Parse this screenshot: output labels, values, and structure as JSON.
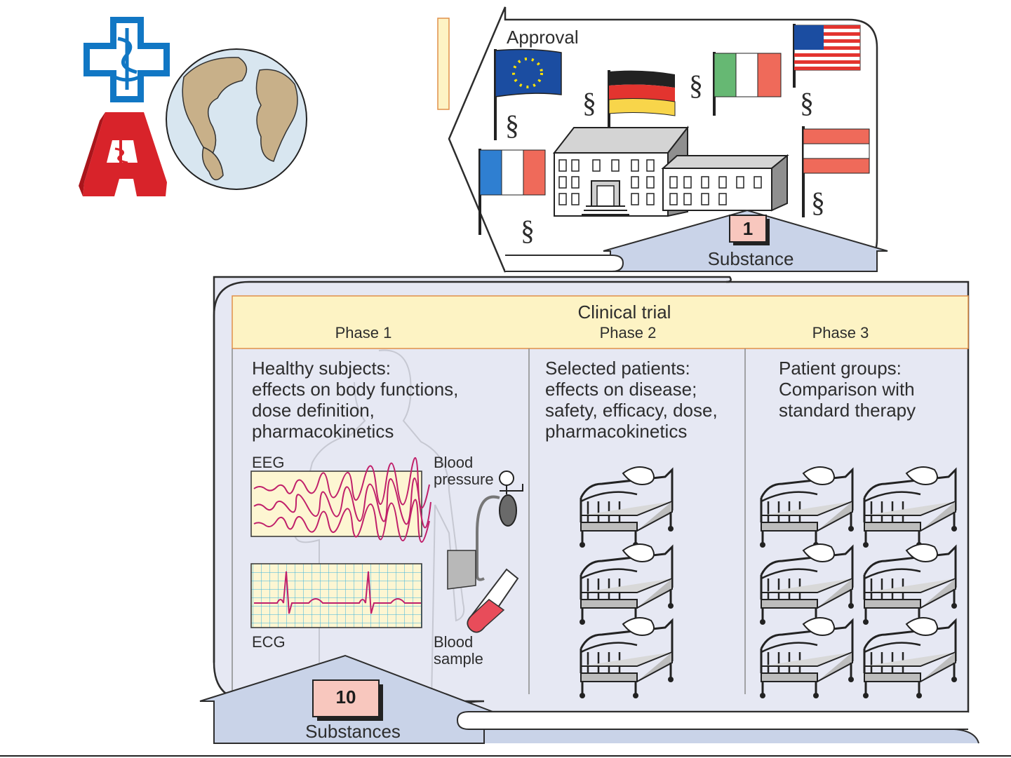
{
  "colors": {
    "panel_fill": "#e6e8f3",
    "header_fill": "#fdf3c4",
    "header_border": "#e0904a",
    "count_box": "#f8c7be",
    "arrow_fill": "#c9d3e8",
    "medical_cross": "#1177c4",
    "pharmacy_red": "#d8232a",
    "eeg_trace": "#c0206a",
    "ecg_grid": "#36b3df"
  },
  "approval": {
    "title": "Approval",
    "section_symbol": "§",
    "count": "1",
    "count_label": "Substance",
    "flags": [
      "eu-flag",
      "germany-flag",
      "italy-flag",
      "usa-flag",
      "france-flag",
      "austria-flag"
    ]
  },
  "trial": {
    "header": "Clinical trial",
    "phases": [
      {
        "label": "Phase 1",
        "description": [
          "Healthy subjects:",
          "effects on body functions,",
          "dose definition,",
          "pharmacokinetics"
        ]
      },
      {
        "label": "Phase 2",
        "description": [
          "Selected patients:",
          "effects on disease;",
          "safety, efficacy, dose,",
          "pharmacokinetics"
        ]
      },
      {
        "label": "Phase 3",
        "description": [
          "Patient groups:",
          "Comparison with",
          "standard therapy"
        ]
      }
    ],
    "eeg_label": "EEG",
    "ecg_label": "ECG",
    "blood_pressure_label": [
      "Blood",
      "pressure"
    ],
    "blood_sample_label": [
      "Blood",
      "sample"
    ],
    "count": "10",
    "count_label": "Substances"
  },
  "icons": [
    "medical-cross-icon",
    "pharmacy-a-icon",
    "globe-icon",
    "hospital-building-icon",
    "hospital-bed-icon",
    "sphygmomanometer-icon",
    "test-tube-icon"
  ]
}
